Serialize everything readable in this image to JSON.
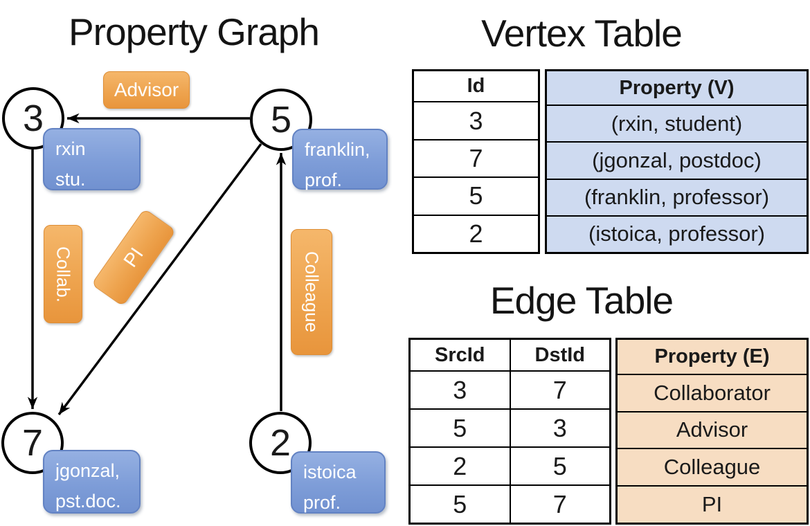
{
  "graph": {
    "title": "Property Graph",
    "nodes": [
      {
        "id": "3",
        "property_lines": [
          "rxin",
          "stu."
        ]
      },
      {
        "id": "5",
        "property_lines": [
          "franklin,",
          "prof."
        ]
      },
      {
        "id": "7",
        "property_lines": [
          "jgonzal,",
          "pst.doc."
        ]
      },
      {
        "id": "2",
        "property_lines": [
          "istoica",
          "prof."
        ]
      }
    ],
    "edge_labels": {
      "advisor": "Advisor",
      "collab": "Collab.",
      "pi": "PI",
      "colleague": "Colleague"
    }
  },
  "vertex_table": {
    "title": "Vertex Table",
    "columns": [
      "Id",
      "Property (V)"
    ],
    "rows": [
      [
        "3",
        "(rxin, student)"
      ],
      [
        "7",
        "(jgonzal, postdoc)"
      ],
      [
        "5",
        "(franklin, professor)"
      ],
      [
        "2",
        "(istoica, professor)"
      ]
    ]
  },
  "edge_table": {
    "title": "Edge Table",
    "columns": [
      "SrcId",
      "DstId",
      "Property (E)"
    ],
    "rows": [
      [
        "3",
        "7",
        "Collaborator"
      ],
      [
        "5",
        "3",
        "Advisor"
      ],
      [
        "2",
        "5",
        "Colleague"
      ],
      [
        "5",
        "7",
        "PI"
      ]
    ]
  },
  "colors": {
    "edge_label_orange": "#EEA44F",
    "node_property_blue": "#7E9DD8",
    "vertex_property_cell": "#CEDAF0",
    "edge_property_cell": "#F7DDC2",
    "line_black": "#000000"
  }
}
